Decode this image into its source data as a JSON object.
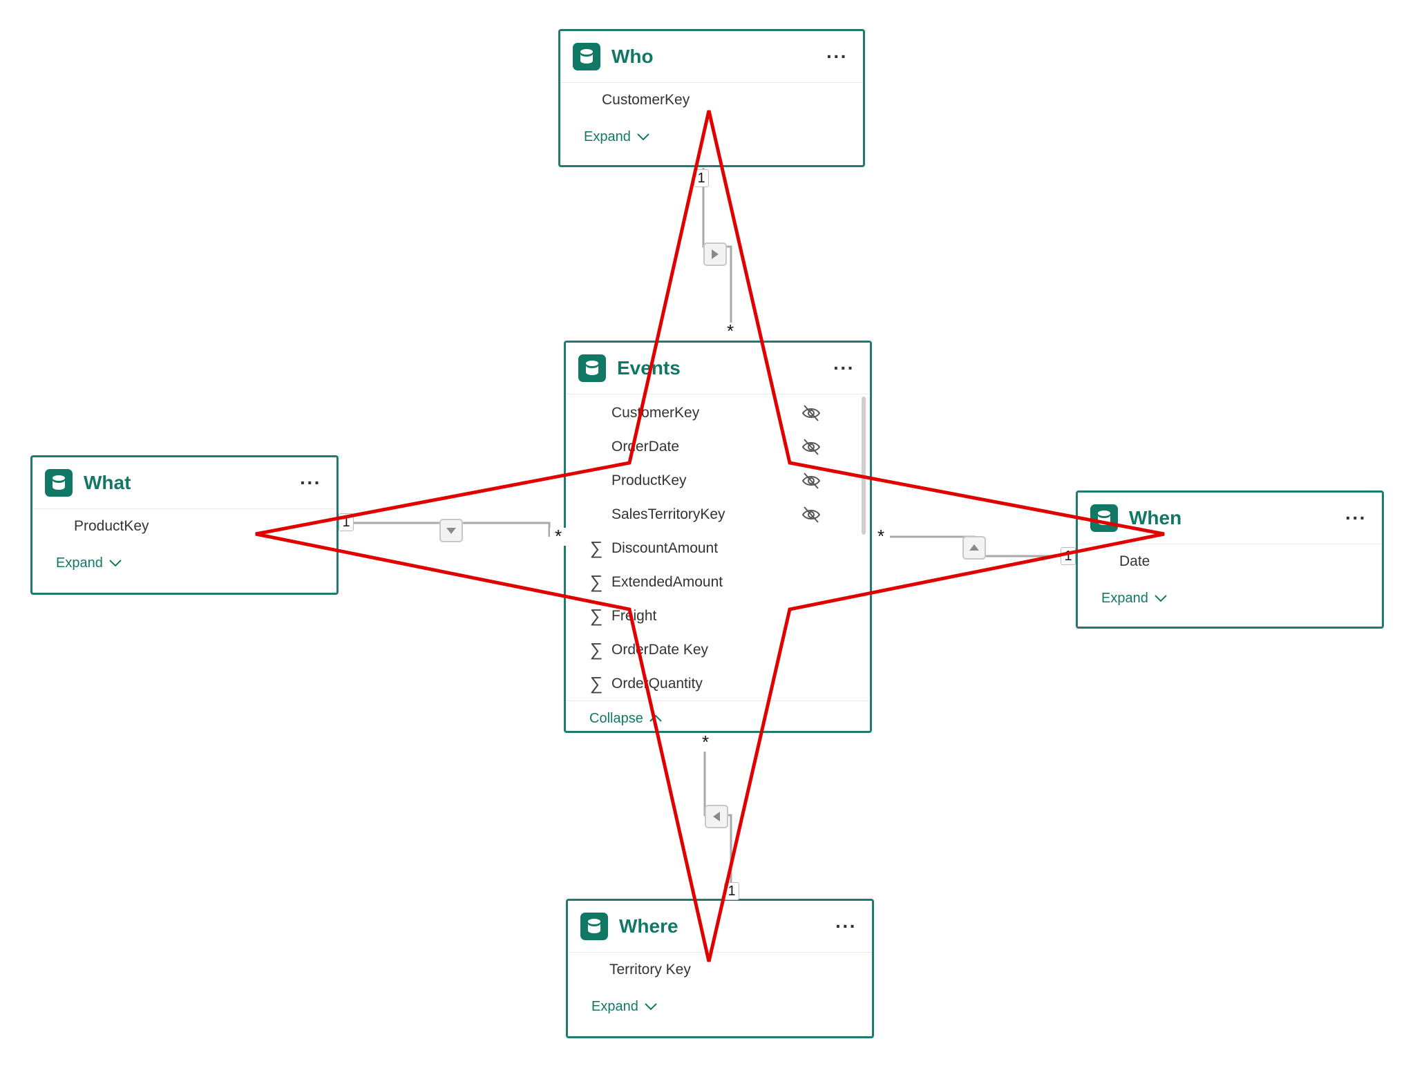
{
  "tables": {
    "who": {
      "title": "Who",
      "fields": [
        "CustomerKey"
      ],
      "footer": "Expand"
    },
    "what": {
      "title": "What",
      "fields": [
        "ProductKey"
      ],
      "footer": "Expand"
    },
    "when": {
      "title": "When",
      "fields": [
        "Date"
      ],
      "footer": "Expand"
    },
    "where": {
      "title": "Where",
      "fields": [
        "Territory Key"
      ],
      "footer": "Expand"
    },
    "events": {
      "title": "Events",
      "footer": "Collapse",
      "fields": [
        {
          "name": "CustomerKey",
          "kind": "key",
          "hidden": true
        },
        {
          "name": "OrderDate",
          "kind": "key",
          "hidden": true
        },
        {
          "name": "ProductKey",
          "kind": "key",
          "hidden": true
        },
        {
          "name": "SalesTerritoryKey",
          "kind": "key",
          "hidden": true
        },
        {
          "name": "DiscountAmount",
          "kind": "measure",
          "hidden": false
        },
        {
          "name": "ExtendedAmount",
          "kind": "measure",
          "hidden": false
        },
        {
          "name": "Freight",
          "kind": "measure",
          "hidden": false
        },
        {
          "name": "OrderDate Key",
          "kind": "measure",
          "hidden": false
        },
        {
          "name": "OrderQuantity",
          "kind": "measure",
          "hidden": false
        }
      ]
    }
  },
  "relationships": {
    "one": "1",
    "many": "*"
  },
  "icons": {
    "table": "database-icon",
    "more": "more-options-icon",
    "hidden": "eye-hidden-icon",
    "measure": "sigma-icon"
  },
  "colors": {
    "accent": "#117865",
    "border": "#1e7b6e",
    "overlay": "#e00000"
  }
}
